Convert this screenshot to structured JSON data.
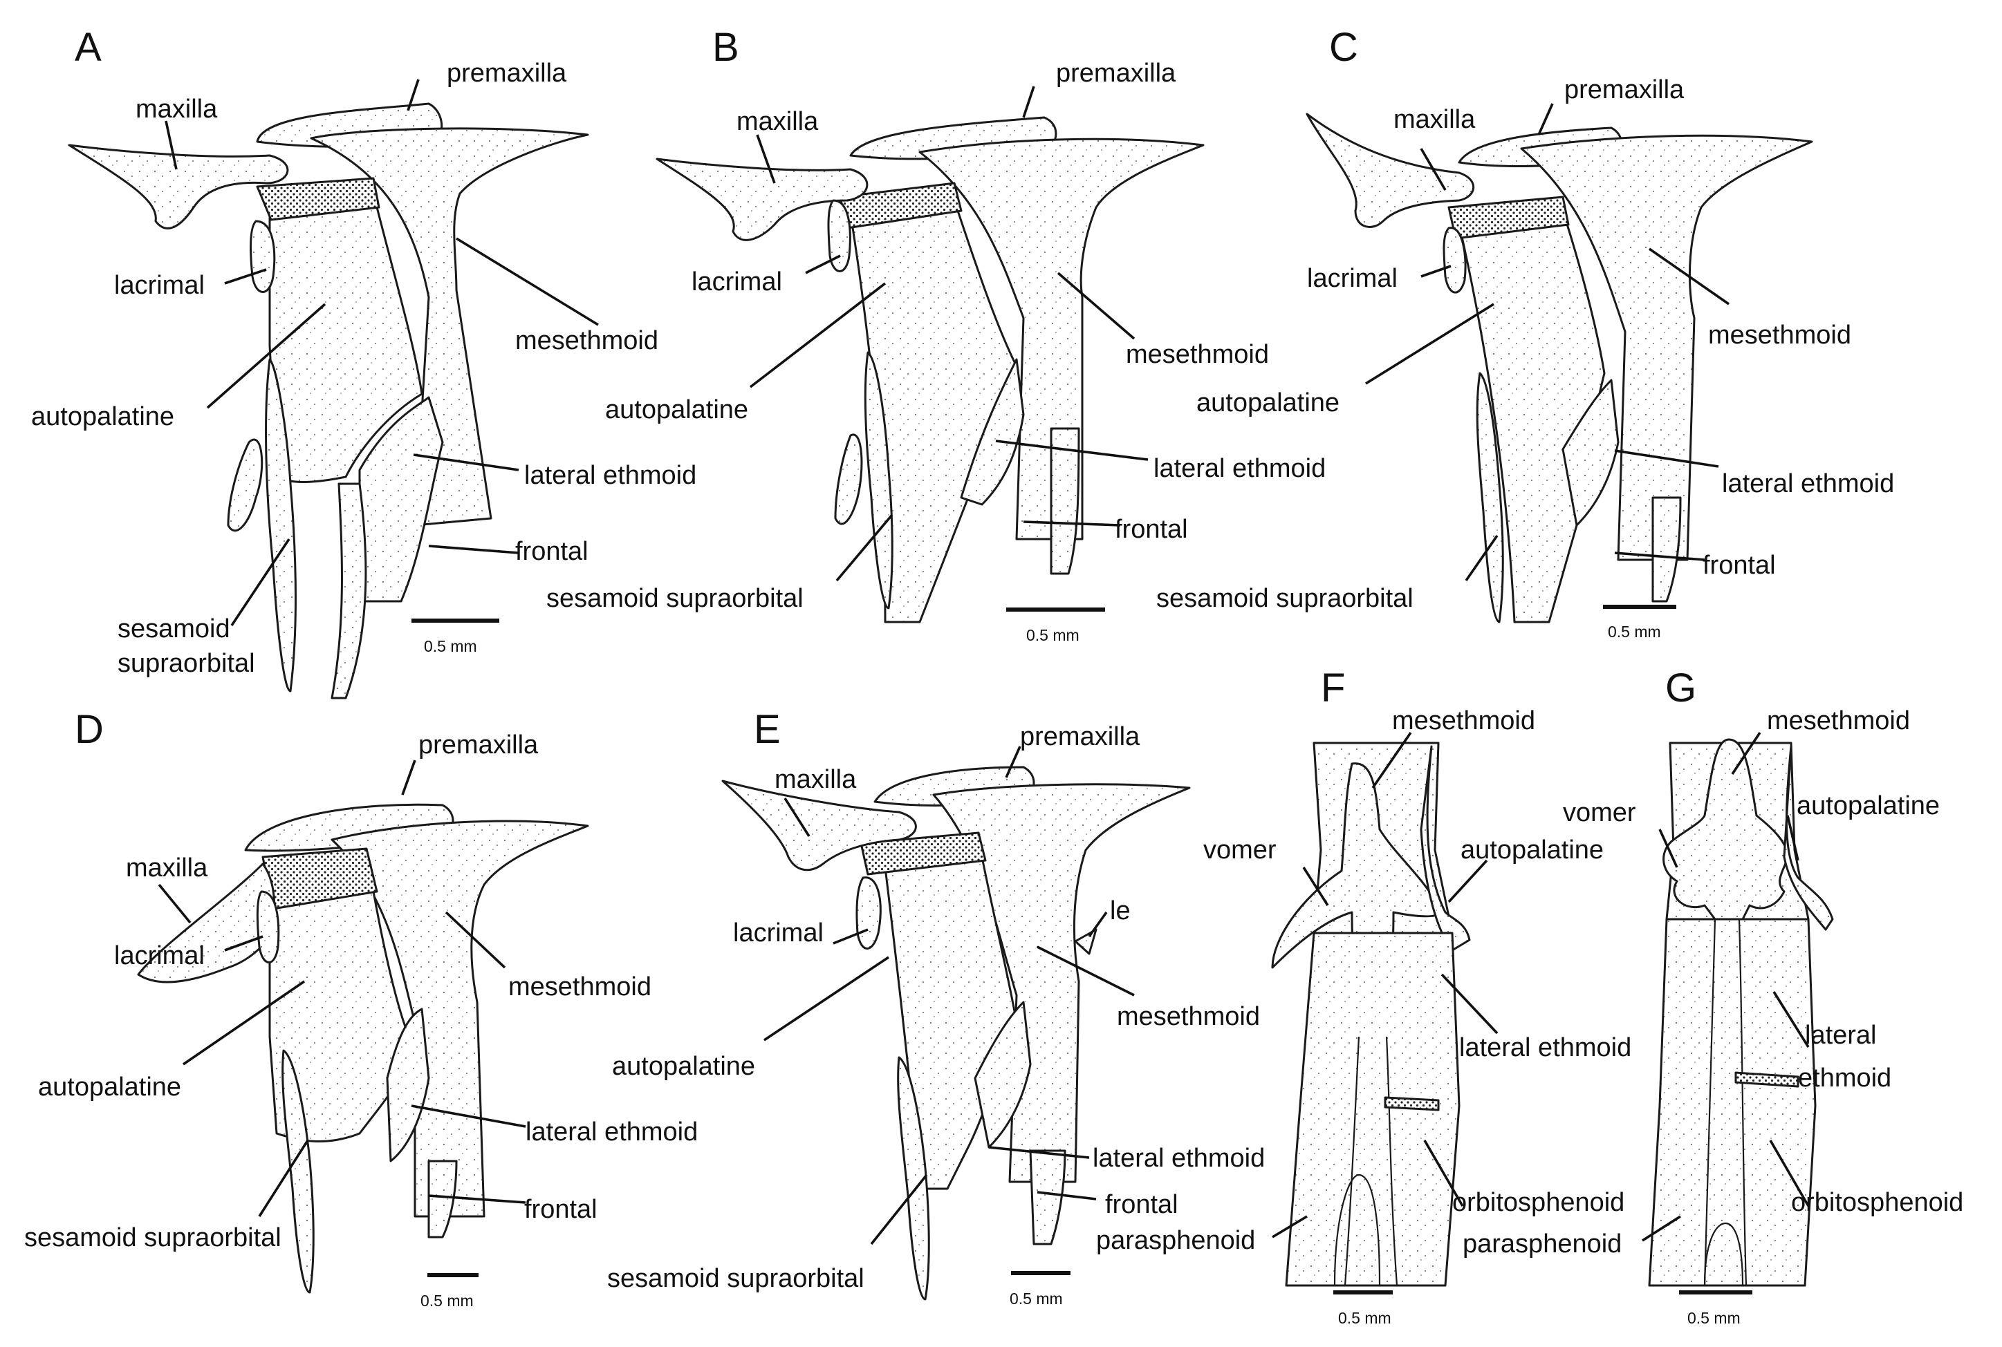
{
  "panels": [
    {
      "id": "A",
      "scale": "0.5 mm",
      "labels": {
        "maxilla": "maxilla",
        "premaxilla": "premaxilla",
        "lacrimal": "lacrimal",
        "mesethmoid": "mesethmoid",
        "autopalatine": "autopalatine",
        "lateral_ethmoid": "lateral ethmoid",
        "frontal": "frontal",
        "sesamoid_supraorbital_l1": "sesamoid",
        "sesamoid_supraorbital_l2": "supraorbital"
      }
    },
    {
      "id": "B",
      "scale": "0.5 mm",
      "labels": {
        "premaxilla": "premaxilla",
        "maxilla": "maxilla",
        "lacrimal": "lacrimal",
        "mesethmoid": "mesethmoid",
        "autopalatine": "autopalatine",
        "lateral_ethmoid": "lateral ethmoid",
        "frontal": "frontal",
        "sesamoid_supraorbital": "sesamoid supraorbital"
      }
    },
    {
      "id": "C",
      "scale": "0.5 mm",
      "labels": {
        "premaxilla": "premaxilla",
        "maxilla": "maxilla",
        "lacrimal": "lacrimal",
        "mesethmoid": "mesethmoid",
        "autopalatine": "autopalatine",
        "lateral_ethmoid": "lateral ethmoid",
        "frontal": "frontal",
        "sesamoid_supraorbital": "sesamoid supraorbital"
      }
    },
    {
      "id": "D",
      "scale": "0.5 mm",
      "labels": {
        "premaxilla": "premaxilla",
        "maxilla": "maxilla",
        "lacrimal": "lacrimal",
        "mesethmoid": "mesethmoid",
        "autopalatine": "autopalatine",
        "lateral_ethmoid": "lateral ethmoid",
        "frontal": "frontal",
        "sesamoid_supraorbital": "sesamoid supraorbital"
      }
    },
    {
      "id": "E",
      "scale": "0.5 mm",
      "labels": {
        "premaxilla": "premaxilla",
        "maxilla": "maxilla",
        "lacrimal": "lacrimal",
        "le": "le",
        "mesethmoid": "mesethmoid",
        "autopalatine": "autopalatine",
        "lateral_ethmoid": "lateral ethmoid",
        "frontal": "frontal",
        "sesamoid_supraorbital": "sesamoid supraorbital"
      }
    },
    {
      "id": "F",
      "scale": "0.5 mm",
      "labels": {
        "mesethmoid": "mesethmoid",
        "vomer": "vomer",
        "autopalatine": "autopalatine",
        "lateral_ethmoid": "lateral ethmoid",
        "orbitosphenoid": "orbitosphenoid",
        "parasphenoid": "parasphenoid"
      }
    },
    {
      "id": "G",
      "scale": "0.5 mm",
      "labels": {
        "mesethmoid": "mesethmoid",
        "vomer": "vomer",
        "autopalatine": "autopalatine",
        "lateral_ethmoid_l1": "lateral",
        "lateral_ethmoid_l2": "ethmoid",
        "orbitosphenoid": "orbitosphenoid",
        "parasphenoid": "parasphenoid"
      }
    }
  ]
}
